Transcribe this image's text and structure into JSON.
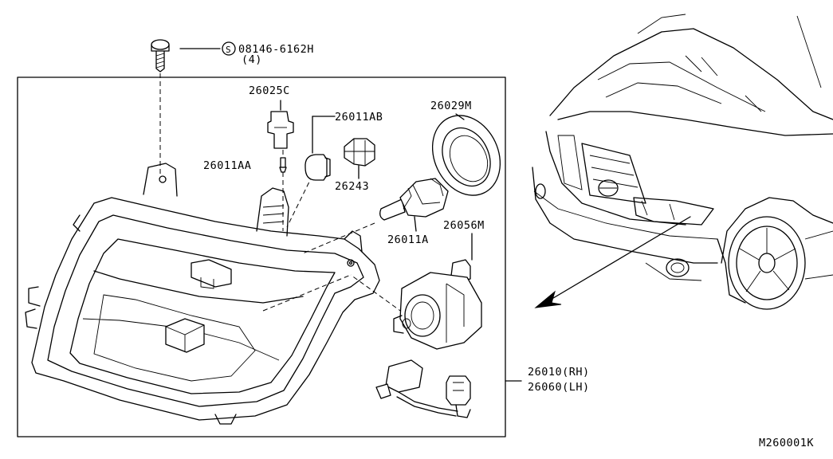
{
  "diagram_id": "M260001K",
  "labels": {
    "screw": "08146-6162H",
    "screw_qty": "(4)",
    "screw_symbol": "S",
    "bulb_socket_c": "26025C",
    "bulb_ab": "26011AB",
    "bulb_aa": "26011AA",
    "socket": "26243",
    "cap": "26029M",
    "bulb_a": "26011A",
    "motor": "26056M",
    "assembly_rh": "26010(RH)",
    "assembly_lh": "26060(LH)"
  }
}
